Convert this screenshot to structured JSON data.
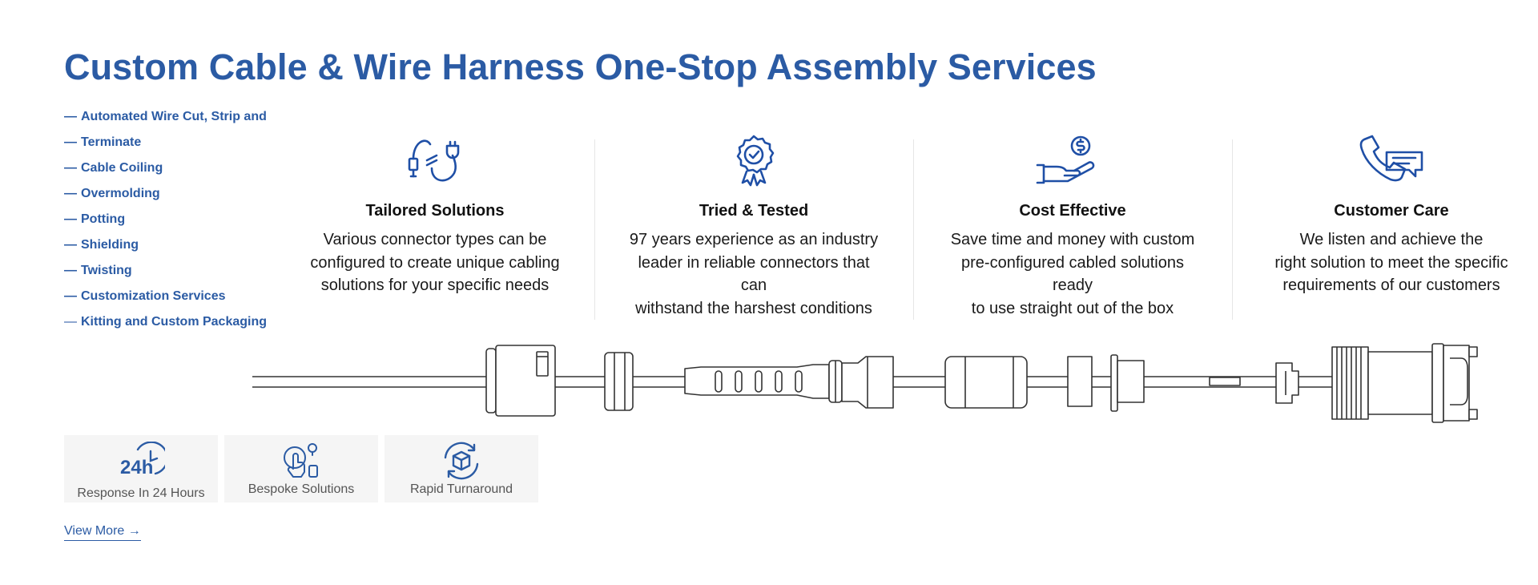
{
  "header": {
    "title": "Custom Cable & Wire Harness One-Stop Assembly Services"
  },
  "services": {
    "dash": "—",
    "items": [
      "Automated Wire Cut, Strip and",
      "Terminate",
      "Cable Coiling",
      "Overmolding",
      "Potting",
      "Shielding",
      "Twisting",
      "Customization Services",
      "Kitting and Custom Packaging"
    ]
  },
  "features": [
    {
      "icon": "cable-plug-icon",
      "title": "Tailored Solutions",
      "text": "Various connector types can be\nconfigured to create unique cabling\nsolutions for your specific needs"
    },
    {
      "icon": "award-badge-icon",
      "title": "Tried & Tested",
      "text": "97 years experience as an industry\nleader in reliable connectors that\ncan\nwithstand the harshest conditions"
    },
    {
      "icon": "hand-coin-icon",
      "title": "Cost Effective",
      "text": "Save time and money with custom\npre-configured cabled solutions\nready\nto use straight out of the box"
    },
    {
      "icon": "phone-chat-icon",
      "title": "Customer Care",
      "text": "We listen and achieve the\nright solution to meet the specific\nrequirements of our customers"
    }
  ],
  "badges": [
    {
      "icon": "clock-24h-icon",
      "icon_text": "24h",
      "label": "Response In 24 Hours"
    },
    {
      "icon": "bespoke-hand-icon",
      "label": "Bespoke Solutions"
    },
    {
      "icon": "box-cycle-icon",
      "label": "Rapid Turnaround"
    }
  ],
  "link": {
    "view_more": "View More →"
  },
  "colors": {
    "brand": "#2b5ba4",
    "icon": "#1f4fa6",
    "badge_bg": "#f5f5f5"
  }
}
